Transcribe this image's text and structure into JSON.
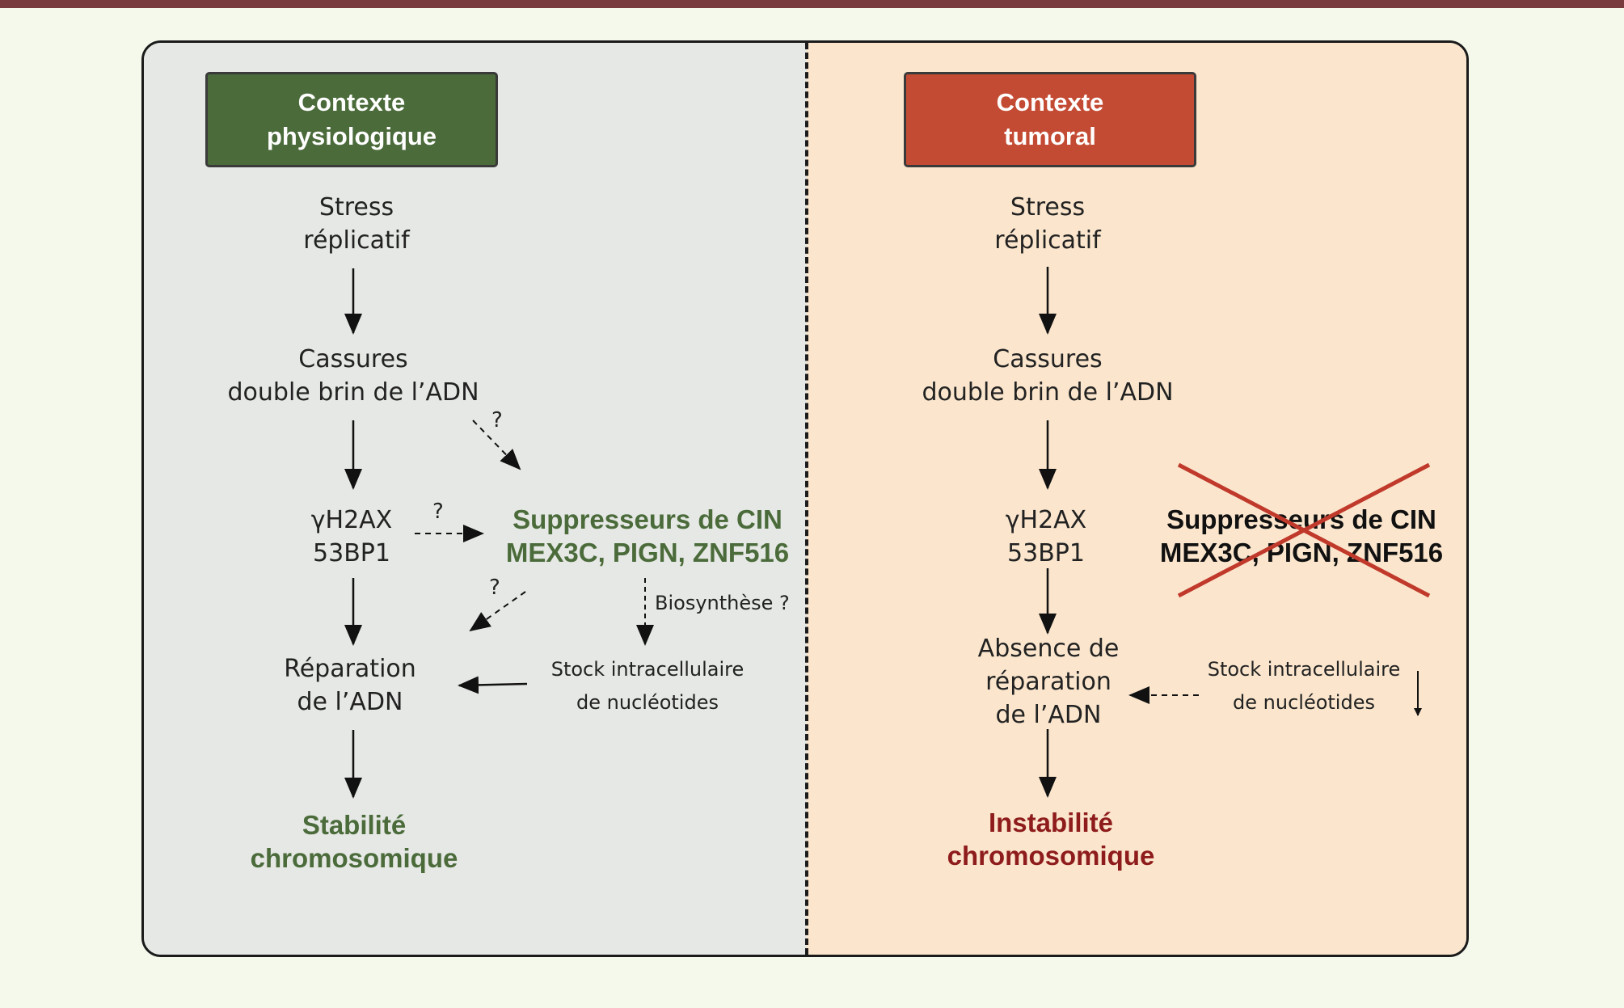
{
  "left": {
    "context": [
      "Contexte",
      "physiologique"
    ],
    "stress": [
      "Stress",
      "réplicatif"
    ],
    "breaks": [
      "Cassures",
      "double brin de l’ADN"
    ],
    "markers": [
      "γH2AX",
      "53BP1"
    ],
    "suppressors": [
      "Suppresseurs de CIN",
      "MEX3C, PIGN, ZNF516"
    ],
    "biosynthesis": "Biosynthèse ?",
    "stock": [
      "Stock intracellulaire",
      "de nucléotides"
    ],
    "repair": [
      "Réparation",
      "de l’ADN"
    ],
    "outcome": [
      "Stabilité",
      "chromosomique"
    ],
    "question_mark": "?"
  },
  "right": {
    "context": [
      "Contexte",
      "tumoral"
    ],
    "stress": [
      "Stress",
      "réplicatif"
    ],
    "breaks": [
      "Cassures",
      "double brin de l’ADN"
    ],
    "markers": [
      "γH2AX",
      "53BP1"
    ],
    "suppressors": [
      "Suppresseurs de CIN",
      "MEX3C, PIGN, ZNF516"
    ],
    "repair": [
      "Absence de",
      "réparation",
      "de l’ADN"
    ],
    "stock": [
      "Stock intracellulaire",
      "de nucléotides"
    ],
    "outcome": [
      "Instabilité",
      "chromosomique"
    ]
  },
  "colors": {
    "physiological": "#4b6b3b",
    "tumoral": "#c44b33",
    "instability_text": "#8e1c1c",
    "cross": "#c0392b",
    "left_panel": "#e5e8e4",
    "right_panel": "#fbe6cd"
  }
}
